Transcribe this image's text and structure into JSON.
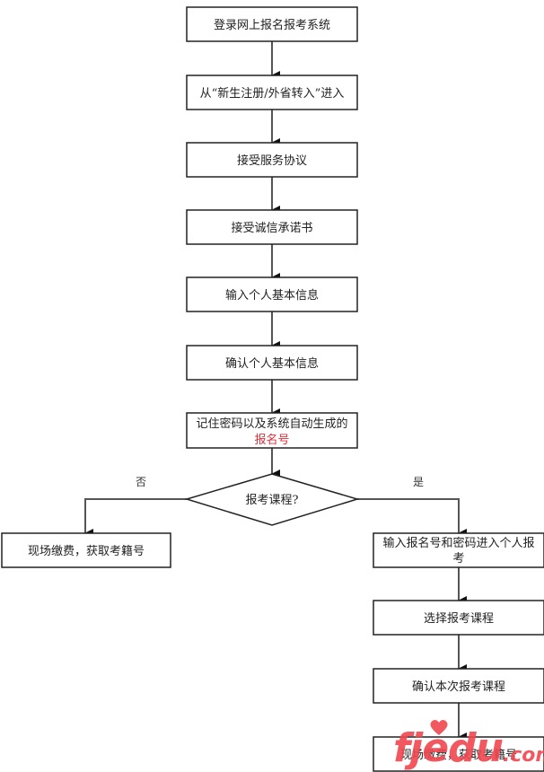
{
  "flowchart": {
    "steps": [
      {
        "id": "login",
        "text": "登录网上报名报考系统"
      },
      {
        "id": "enter",
        "text": "从“新生注册/外省转入”进入"
      },
      {
        "id": "service",
        "text": "接受服务协议"
      },
      {
        "id": "integrity",
        "text": "接受诚信承诺书"
      },
      {
        "id": "input-info",
        "text": "输入个人基本信息"
      },
      {
        "id": "confirm-info",
        "text": "确认个人基本信息"
      },
      {
        "id": "remember",
        "text_line1": "记住密码以及系统自动生成的",
        "text_line2": "报名号"
      },
      {
        "id": "decision",
        "text": "报考课程?"
      },
      {
        "id": "pay-left",
        "text": "现场缴费，获取考籍号"
      },
      {
        "id": "login-personal",
        "text_line1": "输入报名号和密码进入个人报",
        "text_line2": "考"
      },
      {
        "id": "select-course",
        "text": "选择报考课程"
      },
      {
        "id": "confirm-course",
        "text": "确认本次报考课程"
      },
      {
        "id": "pay-right",
        "text": "现场缴费，获取考籍号"
      }
    ],
    "branch_no": "否",
    "branch_yes": "是",
    "highlight_color": "#e0303a"
  },
  "watermark": {
    "main": "fjedu",
    "suffix": ".com"
  }
}
